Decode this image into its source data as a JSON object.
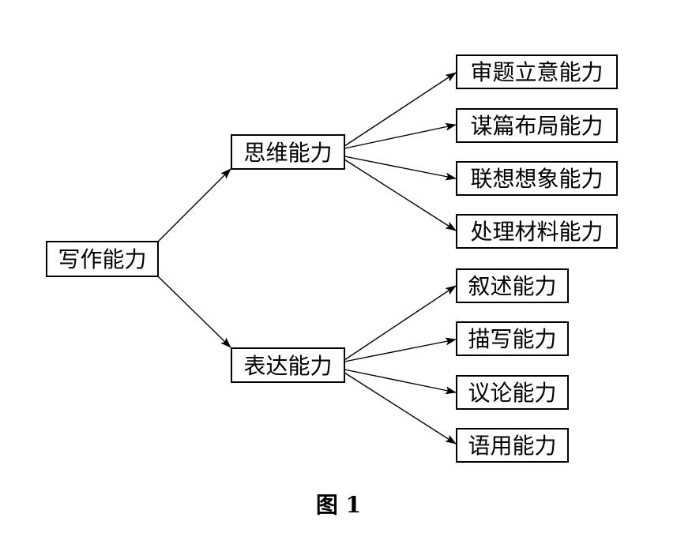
{
  "nodes": {
    "root": "写作能力",
    "thinking": "思维能力",
    "expression": "表达能力",
    "t1": "审题立意能力",
    "t2": "谋篇布局能力",
    "t3": "联想想象能力",
    "t4": "处理材料能力",
    "e1": "叙述能力",
    "e2": "描写能力",
    "e3": "议论能力",
    "e4": "语用能力"
  },
  "caption": "图 1"
}
